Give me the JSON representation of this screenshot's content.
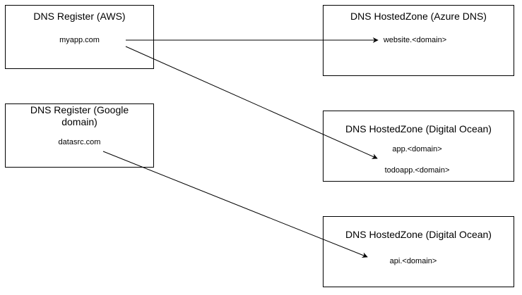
{
  "colors": {
    "stroke": "#000000",
    "background": "#ffffff"
  },
  "registers": [
    {
      "title": "DNS Register (AWS)",
      "domain": "myapp.com"
    },
    {
      "title": "DNS Register (Google\ndomain)",
      "domain": "datasrc.com"
    }
  ],
  "zones": [
    {
      "title": "DNS HostedZone (Azure DNS)",
      "records": [
        "website.<domain>"
      ]
    },
    {
      "title": "DNS HostedZone (Digital Ocean)",
      "records": [
        "app.<domain>",
        "todoapp.<domain>"
      ]
    },
    {
      "title": "DNS HostedZone (Digital Ocean)",
      "records": [
        "api.<domain>"
      ]
    }
  ],
  "connections": [
    {
      "from": "myapp.com",
      "to": "website.<domain>"
    },
    {
      "from": "myapp.com",
      "to": "app.<domain>"
    },
    {
      "from": "datasrc.com",
      "to": "api.<domain>"
    }
  ]
}
